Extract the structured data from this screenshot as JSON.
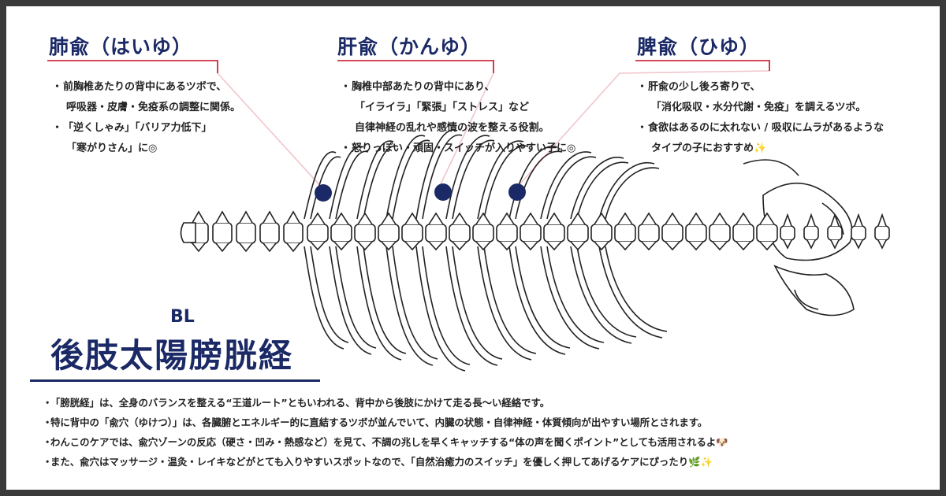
{
  "colors": {
    "navy": "#1b2a66",
    "red": "#c5172f",
    "bone_stroke": "#222222",
    "frame": "#3a3a3a"
  },
  "points": [
    {
      "title": "肺兪（はいゆ）",
      "lines": [
        [
          "前胸椎あたりの背中にあるツボで、",
          "呼吸器・皮膚・免疫系の調整に関係。"
        ],
        [
          "「逆くしゃみ」「バリア力低下」",
          "「寒がりさん」に◎"
        ]
      ]
    },
    {
      "title": "肝兪（かんゆ）",
      "lines": [
        [
          "胸椎中部あたりの背中にあり、",
          "「イライラ」「緊張」「ストレス」など",
          "自律神経の乱れや感情の波を整える役割。"
        ],
        [
          "怒りっぽい・頑固・スイッチが入りやすい子に◎"
        ]
      ]
    },
    {
      "title": "脾兪（ひゆ）",
      "lines": [
        [
          "肝兪の少し後ろ寄りで、",
          "「消化吸収・水分代謝・免疫」を調えるツボ。"
        ],
        [
          "食欲はあるのに太れない / 吸収にムラがあるような",
          "タイプの子におすすめ✨"
        ]
      ]
    }
  ],
  "meridian": {
    "abbr": "BL",
    "name": "後肢太陽膀胱経"
  },
  "bullet": "・",
  "notes": [
    "「膀胱経」は、全身のバランスを整える“王道ルート”ともいわれる、背中から後肢にかけて走る長〜い経絡です。",
    "特に背中の「兪穴（ゆけつ）」は、各臓腑とエネルギー的に直結するツボが並んでいて、内臓の状態・自律神経・体質傾向が出やすい場所とされます。",
    "わんこのケアでは、兪穴ゾーンの反応（硬さ・凹み・熱感など）を見て、不調の兆しを早くキャッチする“体の声を聞くポイント”としても活用されるよ🐶",
    "また、兪穴はマッサージ・温灸・レイキなどがとても入りやすいスポットなので、「自然治癒力のスイッチ」を優しく押してあげるケアにぴったり🌿✨"
  ]
}
